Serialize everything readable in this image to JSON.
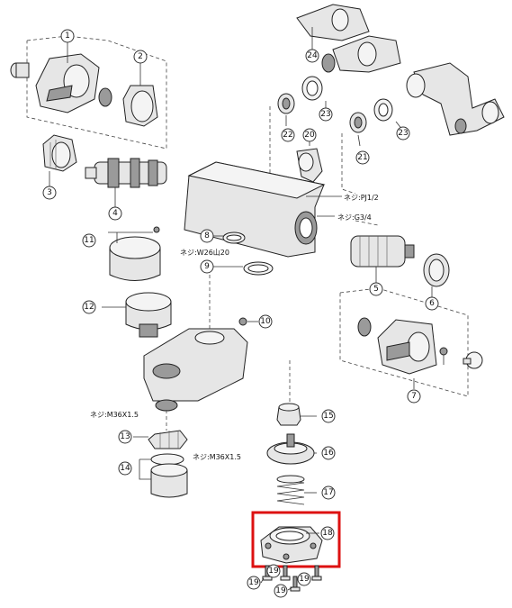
{
  "diagram": {
    "callouts": [
      "1",
      "2",
      "3",
      "4",
      "5",
      "6",
      "7",
      "8",
      "9",
      "10",
      "11",
      "12",
      "13",
      "14",
      "15",
      "16",
      "17",
      "18",
      "19",
      "19",
      "19",
      "19",
      "20",
      "21",
      "22",
      "23",
      "23",
      "24"
    ],
    "thread_labels": {
      "pj": "ネジ:PJ1/2",
      "g34": "ネジ:G3/4",
      "w26": "ネジ:W26山20",
      "m36_left": "ネジ:M36X1.5",
      "m36_right": "ネジ:M36X1.5"
    },
    "highlight_color": "#d11111"
  }
}
